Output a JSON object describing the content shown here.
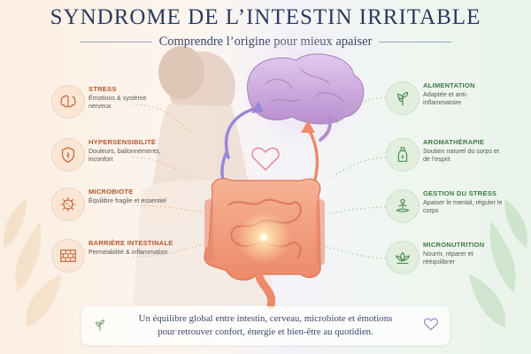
{
  "header": {
    "title": "SYNDROME DE L’INTESTIN IRRITABLE",
    "subtitle": "Comprendre l’origine pour mieux apaiser"
  },
  "causes": [
    {
      "title": "STRESS",
      "desc": "Émotions & système nerveux",
      "icon": "brain-icon"
    },
    {
      "title": "HYPERSENSIBILITÉ",
      "desc": "Douleurs, ballonnements, inconfort",
      "icon": "shield-icon"
    },
    {
      "title": "MICROBIOTE",
      "desc": "Équilibre fragile et essentiel",
      "icon": "microbe-icon"
    },
    {
      "title": "BARRIÈRE INTESTINALE",
      "desc": "Perméabilité & inflammation",
      "icon": "brick-wall-icon"
    }
  ],
  "solutions": [
    {
      "title": "ALIMENTATION",
      "desc": "Adaptée et anti-inflammatoire",
      "icon": "leaf-icon"
    },
    {
      "title": "AROMATHÉRAPIE",
      "desc": "Soutien naturel du corps et de l’esprit",
      "icon": "essential-oil-bottle-icon"
    },
    {
      "title": "GESTION DU STRESS",
      "desc": "Apaiser le mental, réguler le corps",
      "icon": "meditation-icon"
    },
    {
      "title": "MICRONUTRITION",
      "desc": "Nourrir, réparer et rééquilibrer",
      "icon": "lotus-icon"
    }
  ],
  "footer": {
    "line1": "Un équilibre global entre intestin, cerveau, microbiote et émotions",
    "line2": "pour retrouver confort, énergie et bien-être au quotidien."
  },
  "colors": {
    "title": "#2b3a5c",
    "cause_accent": "#b4562d",
    "solution_accent": "#3f7a44",
    "brain": "#c9a3d8",
    "intestine": "#f2a07f"
  }
}
